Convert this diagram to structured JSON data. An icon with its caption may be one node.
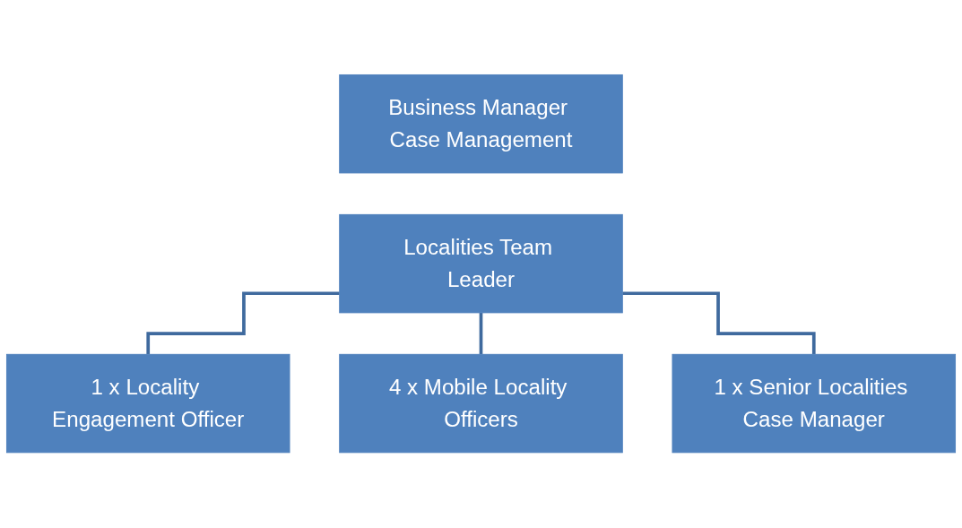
{
  "diagram": {
    "nodes": [
      {
        "text": [
          "Business Manager Case Management"
        ]
      },
      {
        "text": [
          "Localities Team Leader"
        ]
      },
      {
        "text": [
          "1 x Locality Engagement Officer"
        ]
      },
      {
        "text": [
          "4 x Mobile Locality Officers"
        ]
      },
      {
        "text": [
          "1 x Senior Localities Case Manager"
        ]
      }
    ],
    "edges": [
      {
        "from": 1,
        "to": 2,
        "arrow": "none"
      },
      {
        "from": 1,
        "to": 3,
        "arrow": "none"
      },
      {
        "from": 1,
        "to": 4,
        "arrow": "none"
      }
    ]
  }
}
